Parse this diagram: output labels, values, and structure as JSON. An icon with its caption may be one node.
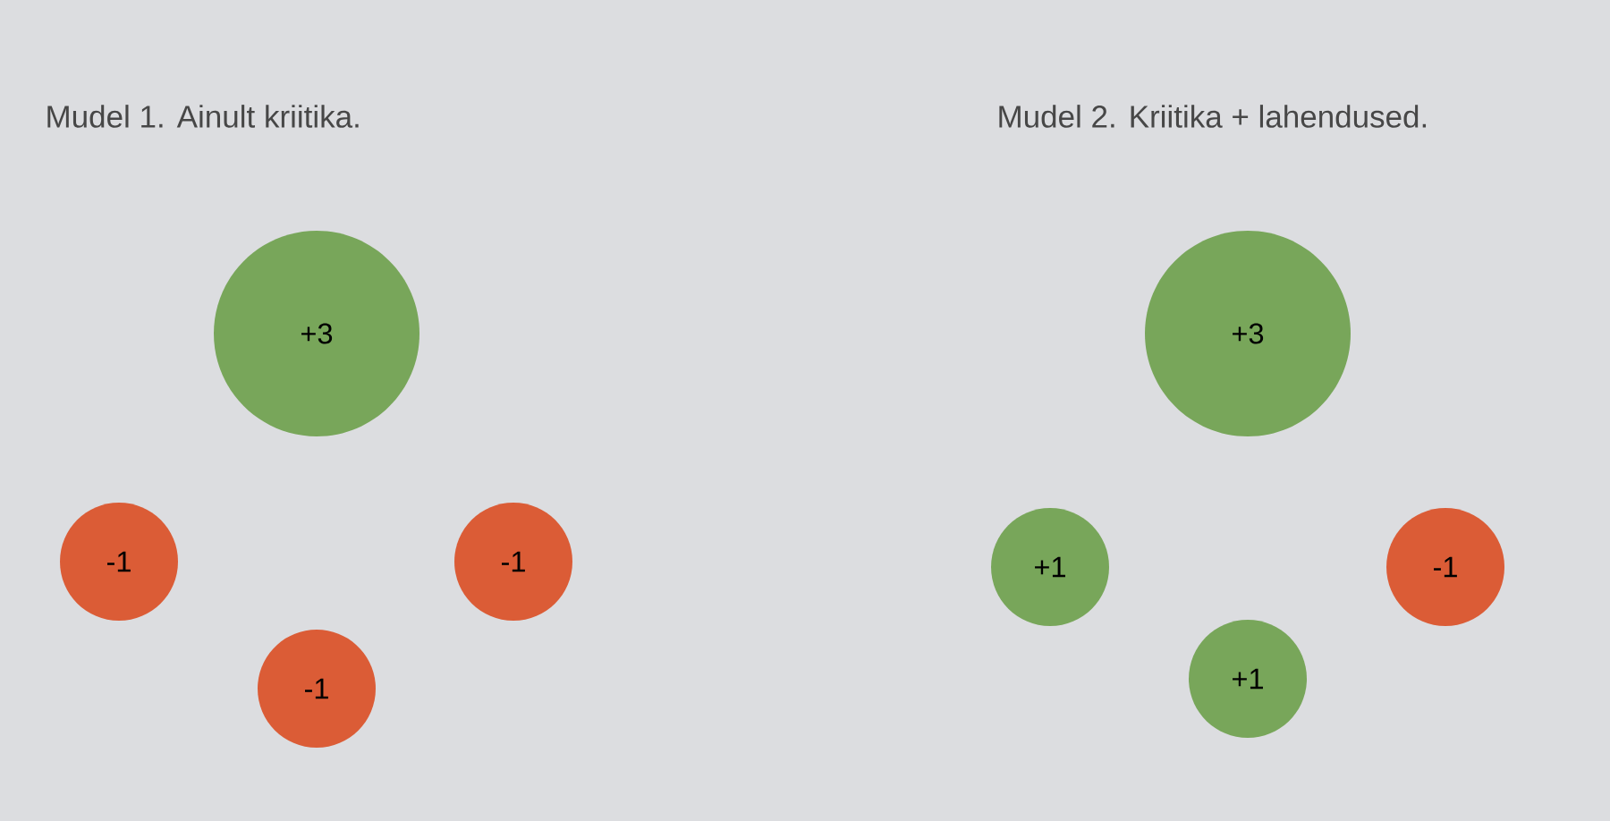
{
  "diagram": {
    "nodes": [
      {
        "text": [
          "+3"
        ]
      },
      {
        "text": [
          "-1"
        ]
      },
      {
        "text": [
          "-1"
        ]
      },
      {
        "text": [
          "-1"
        ]
      },
      {
        "text": [
          "+3"
        ]
      },
      {
        "text": [
          "+1"
        ]
      },
      {
        "text": [
          "-1"
        ]
      },
      {
        "text": [
          "+1"
        ]
      }
    ],
    "labels": [
      "Mudel 1. Ainult kriitika.",
      "Mudel 2. Kriitika + lahendused."
    ]
  }
}
